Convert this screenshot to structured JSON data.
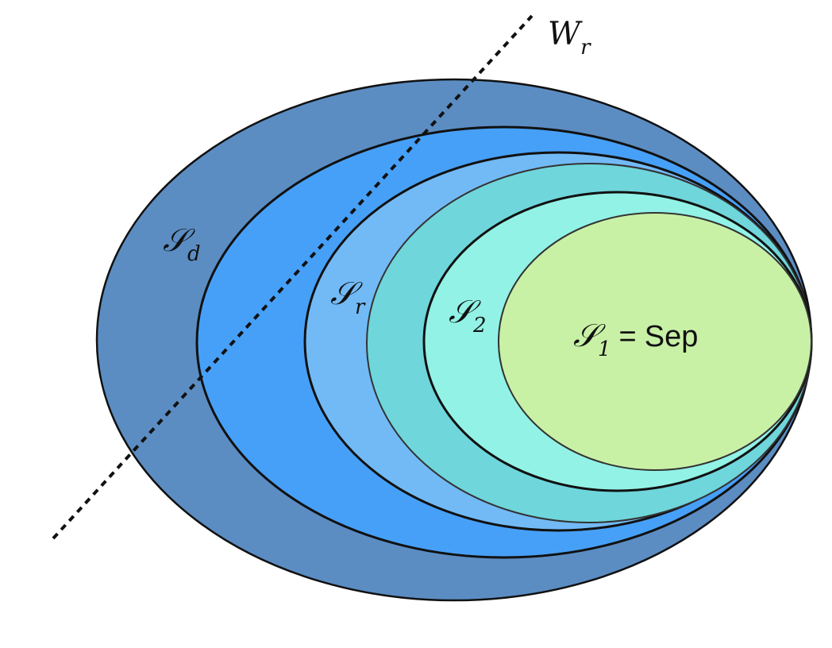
{
  "colors": {
    "set_d": "#5b8dc3",
    "set_between": "#47a0f7",
    "set_r": "#72baf6",
    "set_3": "#6fd6db",
    "set_2": "#92f2e6",
    "set_1": "#c8f1a6",
    "outline": "#111111",
    "line": "#111111"
  },
  "labels": {
    "s_d": {
      "glyph": "𝒮",
      "sub": "d"
    },
    "s_r": {
      "glyph": "𝒮",
      "sub": "r"
    },
    "s_2": {
      "glyph": "𝒮",
      "sub": "2"
    },
    "s_1": {
      "glyph": "𝒮",
      "sub": "1",
      "eq": "=",
      "text": "Sep"
    },
    "w_r": {
      "glyph": "W",
      "sub": "r"
    }
  }
}
